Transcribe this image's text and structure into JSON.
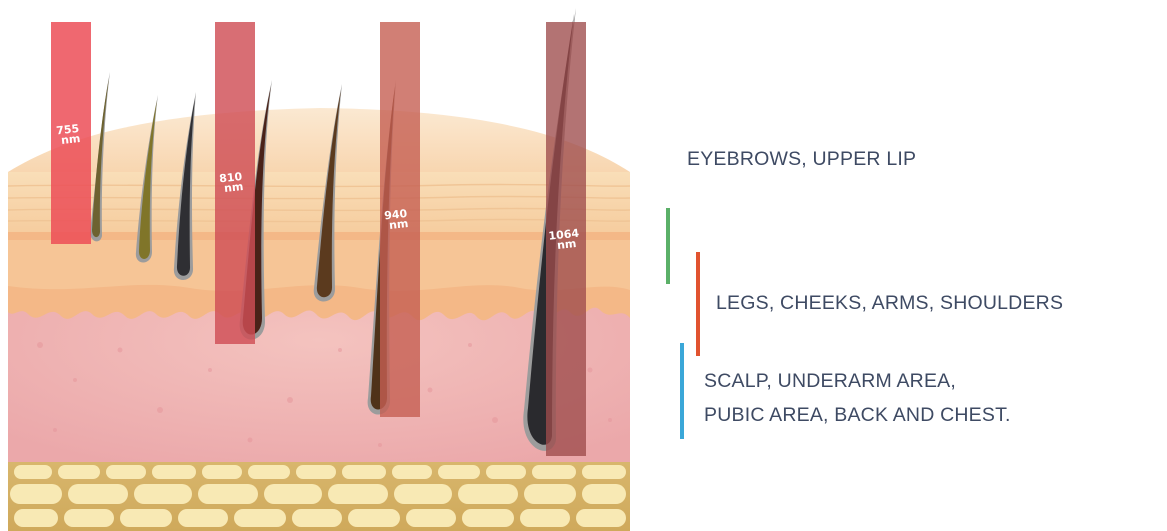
{
  "wavelengths": [
    {
      "label_value": "755",
      "label_unit": "nm",
      "color": "#ec4e57"
    },
    {
      "label_value": "810",
      "label_unit": "nm",
      "color": "#cf4e55"
    },
    {
      "label_value": "940",
      "label_unit": "nm",
      "color": "#c55f52"
    },
    {
      "label_value": "1064",
      "label_unit": "nm",
      "color": "#9e4c4c"
    }
  ],
  "areas": [
    {
      "text": "EYEBROWS, UPPER LIP"
    },
    {
      "text": "LEGS, CHEEKS, ARMS, SHOULDERS"
    },
    {
      "line1": "SCALP, UNDERARM AREA,",
      "line2": "PUBIC AREA, BACK AND CHEST."
    }
  ],
  "accent_colors": {
    "green": "#5bb068",
    "orange": "#e1532f",
    "blue": "#3aa7d8",
    "label_text": "#3e4a63"
  }
}
